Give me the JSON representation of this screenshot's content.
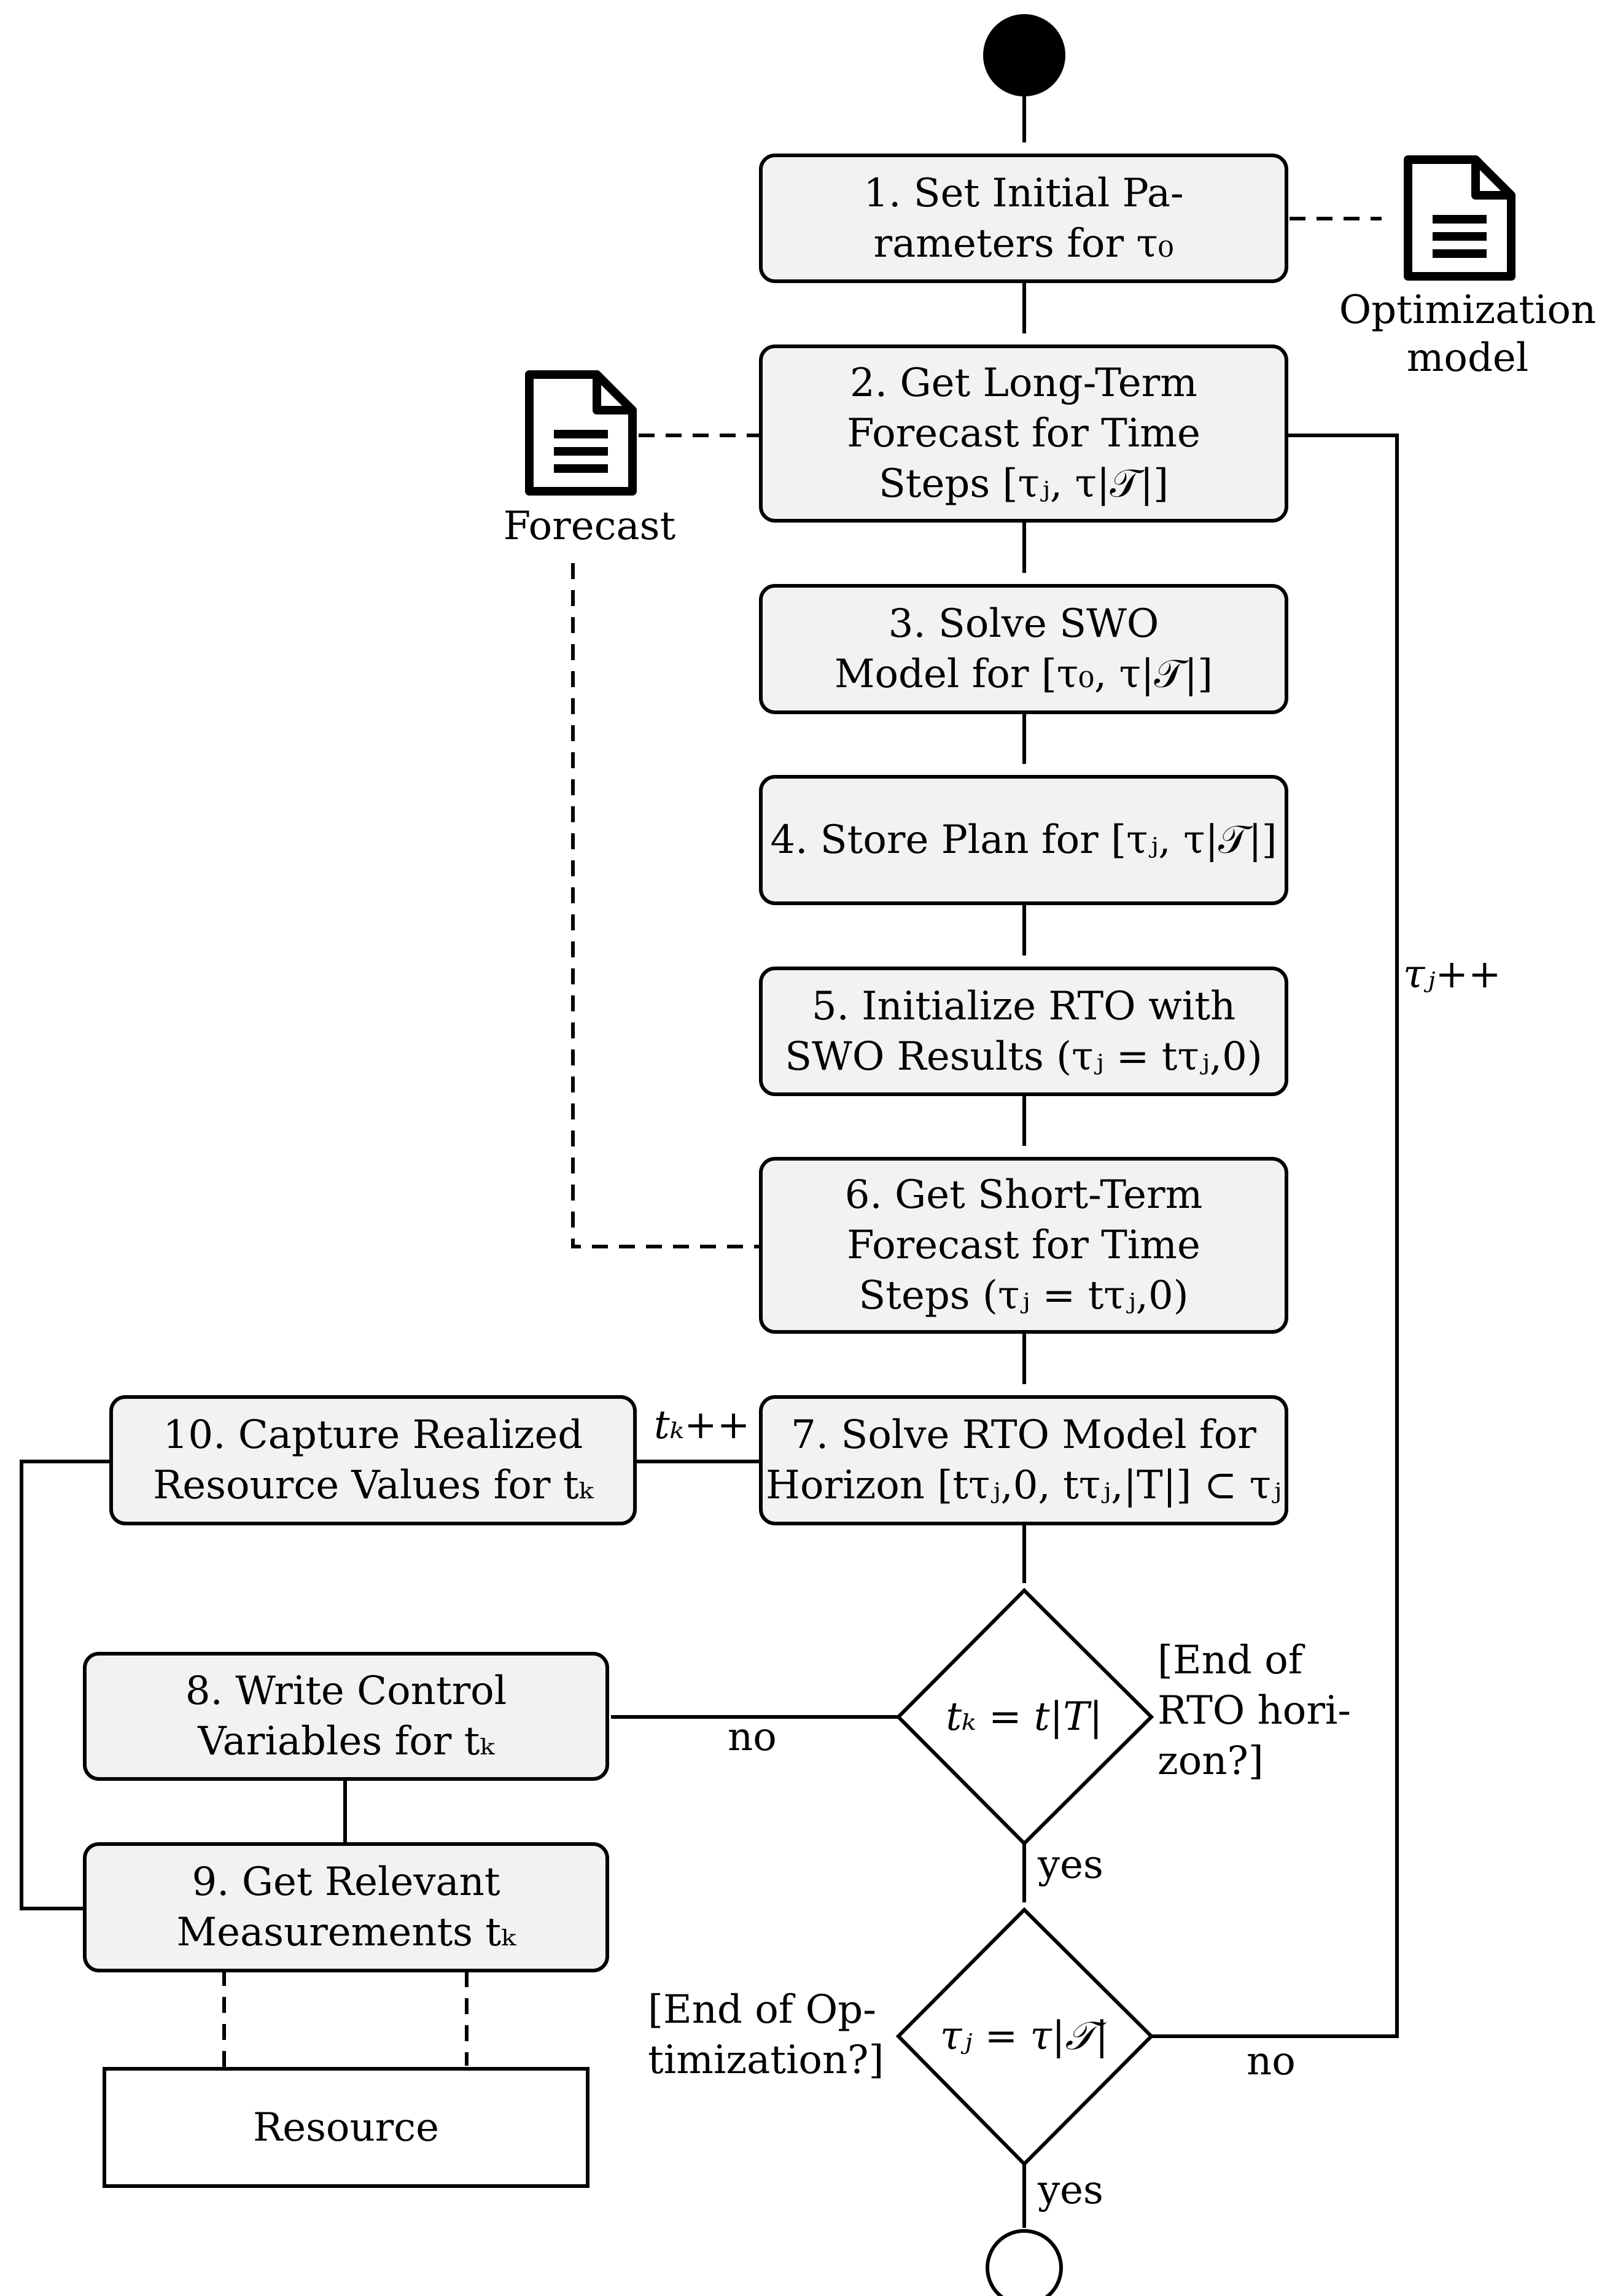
{
  "steps": {
    "s1": [
      "1. Set Initial Pa-",
      "rameters for τ₀"
    ],
    "s2": [
      "2. Get Long-Term",
      "Forecast for Time",
      "Steps [τⱼ, τ|𝒯|]"
    ],
    "s3": [
      "3. Solve SWO",
      "Model for [τ₀, τ|𝒯|]"
    ],
    "s4": [
      "4. Store Plan for [τⱼ, τ|𝒯|]"
    ],
    "s5": [
      "5. Initialize RTO with",
      "SWO Results (τⱼ = tτⱼ,0)"
    ],
    "s6": [
      "6. Get Short-Term",
      "Forecast for Time",
      "Steps (τⱼ = tτⱼ,0)"
    ],
    "s7": [
      "7. Solve RTO Model for",
      "Horizon [tτⱼ,0, tτⱼ,|T|] ⊂ τⱼ"
    ],
    "s8": [
      "8. Write Control",
      "Variables for tₖ"
    ],
    "s9": [
      "9. Get Relevant",
      "Measurements tₖ"
    ],
    "s10": [
      "10. Capture Realized",
      "Resource Values for tₖ"
    ]
  },
  "resource": "Resource",
  "decisions": {
    "d1": "tₖ = t|T|",
    "d2": "τⱼ = τ|𝒯|"
  },
  "annotations": {
    "d1_note": [
      "[End of",
      "RTO hori-",
      "zon?]"
    ],
    "d2_note": [
      "[End of Op-",
      "timization?]"
    ]
  },
  "edge_labels": {
    "no1": "no",
    "yes1": "yes",
    "no2": "no",
    "yes2": "yes",
    "tau_inc": "τⱼ++",
    "tk_inc": "tₖ++"
  },
  "documents": {
    "optimization_model": [
      "Optimization",
      "model"
    ],
    "forecast": [
      "Forecast"
    ]
  },
  "icons": [
    "document-icon",
    "start-node",
    "end-node"
  ]
}
